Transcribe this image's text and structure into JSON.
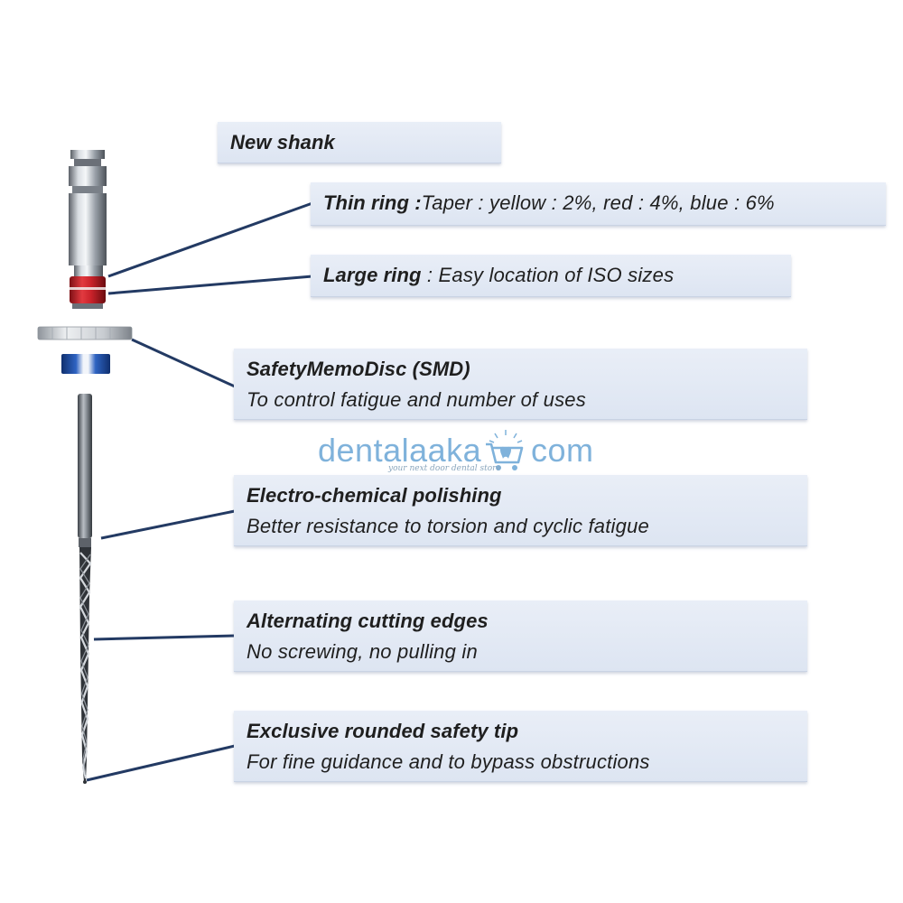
{
  "callouts": {
    "new_shank": {
      "title": "New shank"
    },
    "thin_ring": {
      "title": "Thin ring :",
      "desc": "Taper : yellow : 2%, red : 4%, blue : 6%"
    },
    "large_ring": {
      "title": "Large ring",
      "desc": " : Easy location of ISO sizes"
    },
    "smd": {
      "title": "SafetyMemoDisc (SMD)",
      "desc": "To control fatigue and number of uses"
    },
    "polishing": {
      "title": "Electro-chemical polishing",
      "desc": "Better resistance to torsion and cyclic fatigue"
    },
    "cutting_edges": {
      "title": "Alternating cutting edges",
      "desc": "No screwing, no pulling in"
    },
    "safety_tip": {
      "title": "Exclusive rounded safety tip",
      "desc": "For fine guidance and to bypass obstructions"
    }
  },
  "watermark": {
    "brand_left": "dentalaaka",
    "brand_right": "com",
    "tagline": "your next door dental store"
  },
  "colors": {
    "connector": "#233a63",
    "label_background": "#e4eaf5",
    "ring_red": "#d3262e",
    "disc_blue": "#1f4fa3",
    "watermark_blue": "#7fb2db"
  }
}
